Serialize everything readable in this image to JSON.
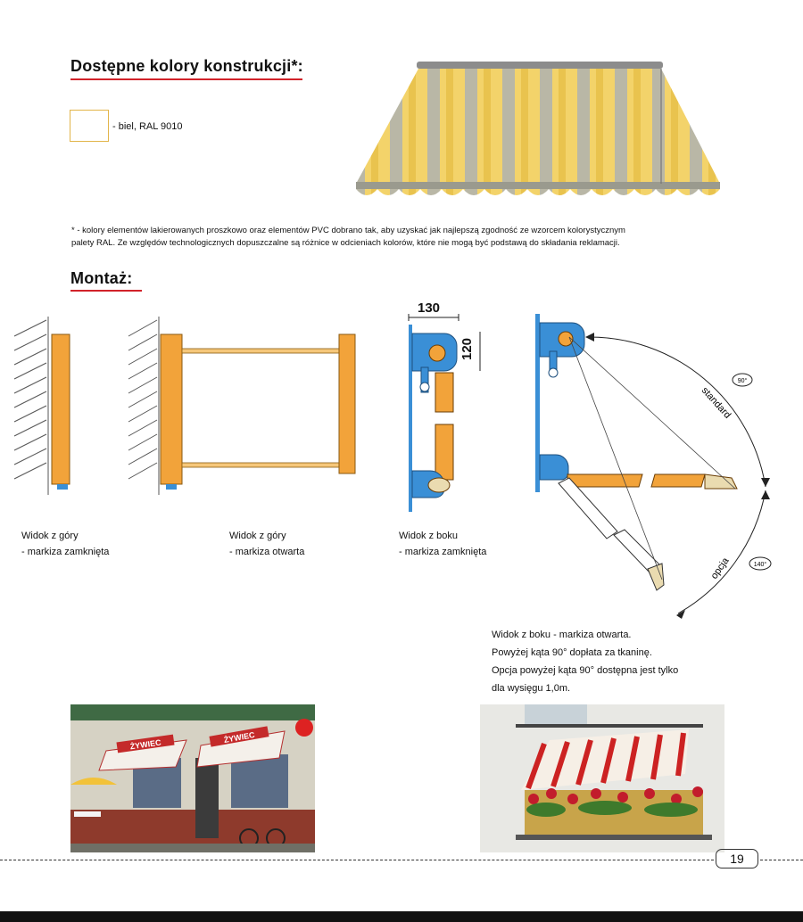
{
  "colors": {
    "accent_red": "#d2232a",
    "frame_orange": "#f2a33a",
    "bracket_blue": "#3a8fd6",
    "swatch_border": "#e2b54a"
  },
  "colors_section": {
    "heading": "Dostępne kolory konstrukcji*:",
    "swatch_label": "- biel, RAL 9010"
  },
  "footnote": {
    "line1": "* - kolory elementów lakierowanych proszkowo oraz elementów PVC dobrano tak, aby uzyskać jak najlepszą zgodność ze wzorcem kolorystycznym",
    "line2": "palety RAL. Ze względów technologicznych dopuszczalne są różnice w odcieniach kolorów, które nie mogą być podstawą do składania reklamacji."
  },
  "mount_section": {
    "heading": "Montaż:",
    "dim_width": "130",
    "dim_height": "120",
    "angle_standard_label": "standard",
    "angle_standard_value": "90°",
    "angle_option_label": "opcja",
    "angle_option_value": "140°",
    "captions": [
      {
        "line1": "Widok z góry",
        "line2": "- markiza zamknięta"
      },
      {
        "line1": "Widok z góry",
        "line2": "- markiza otwarta"
      },
      {
        "line1": "Widok z boku",
        "line2": "- markiza zamknięta"
      }
    ],
    "side_open_caption": [
      "Widok z boku - markiza otwarta.",
      "Powyżej kąta 90° dopłata za tkaninę.",
      "Opcja powyżej kąta 90° dostępna jest tylko",
      "dla wysięgu 1,0m."
    ]
  },
  "photos": {
    "shop_sign_text": "ŻYWIEC"
  },
  "page_number": "19"
}
